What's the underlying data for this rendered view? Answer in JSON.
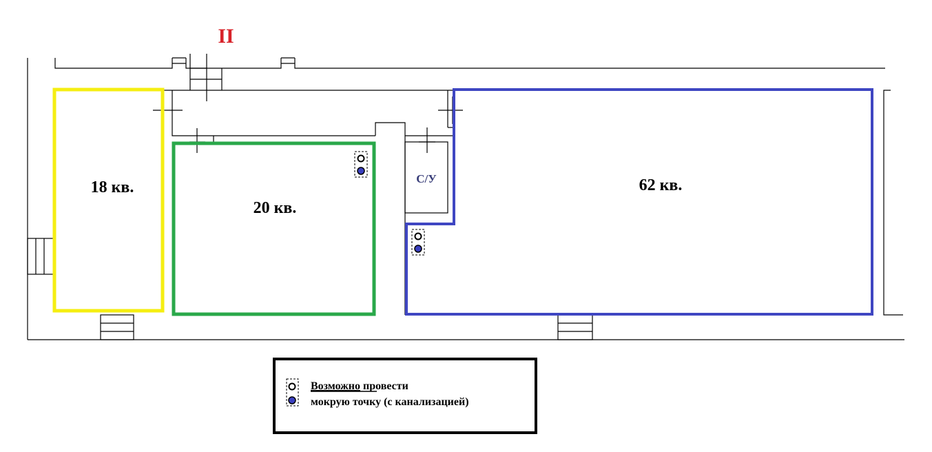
{
  "plan": {
    "section_marker": "II",
    "rooms": [
      {
        "id": "room-18",
        "label": "18 кв.",
        "outline_color": "#f5ee11"
      },
      {
        "id": "room-20",
        "label": "20 кв.",
        "outline_color": "#2aa84a"
      },
      {
        "id": "room-62",
        "label": "62 кв.",
        "outline_color": "#3f46c2"
      }
    ],
    "bathroom_label": "С/У"
  },
  "legend": {
    "line1_underlined": "Возможно",
    "line1_rest": " провести",
    "line2": "мокрую точку (с канализацией)"
  },
  "colors": {
    "marker_red": "#d8232a",
    "walls": "#000000",
    "bathroom_text": "#3a3f7a",
    "dot_fill": "#3a3fbf"
  }
}
